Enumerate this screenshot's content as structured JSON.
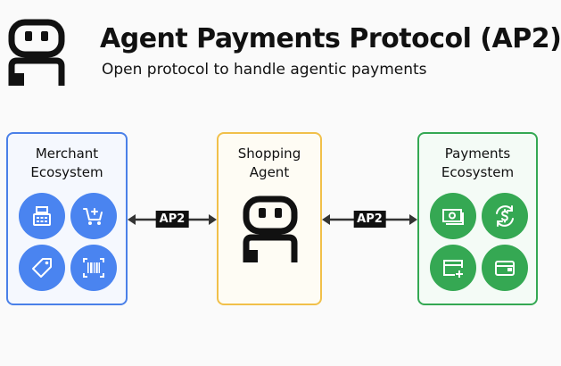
{
  "header": {
    "title": "Agent Payments Protocol (AP2)",
    "subtitle": "Open protocol to handle agentic payments",
    "logo_icon": "robot-icon"
  },
  "merchant": {
    "label_line1": "Merchant",
    "label_line2": "Ecosystem",
    "color": "#4a80e8",
    "icons": [
      "cash-register-icon",
      "add-to-cart-icon",
      "price-tag-icon",
      "barcode-icon"
    ]
  },
  "agent": {
    "label_line1": "Shopping",
    "label_line2": "Agent",
    "color": "#f1c04a",
    "icon": "robot-icon"
  },
  "payments": {
    "label_line1": "Payments",
    "label_line2": "Ecosystem",
    "color": "#34a853",
    "icons": [
      "banknote-icon",
      "currency-exchange-icon",
      "add-card-icon",
      "wallet-icon"
    ]
  },
  "connectors": {
    "left_label": "AP2",
    "right_label": "AP2"
  }
}
